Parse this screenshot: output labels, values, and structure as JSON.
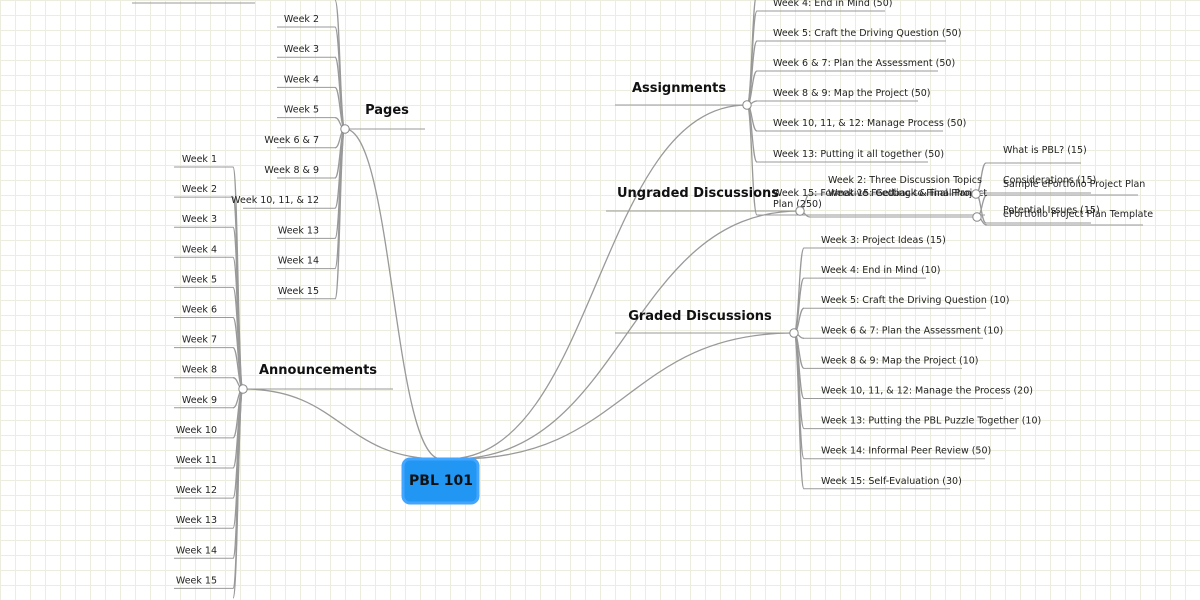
{
  "root": {
    "label": "PBL 101",
    "color": "#2196f3"
  },
  "branches": {
    "pages": {
      "label": "Pages",
      "items": [
        "Week 2",
        "Week 3",
        "Week 4",
        "Week 5",
        "Week 6 & 7",
        "Week 8 & 9",
        "Week 10, 11, & 12",
        "Week 13",
        "Week 14",
        "Week 15"
      ]
    },
    "announcements": {
      "label": "Announcements",
      "items": [
        "Week 1",
        "Week 2",
        "Week 3",
        "Week 4",
        "Week 5",
        "Week 6",
        "Week 7",
        "Week 8",
        "Week 9",
        "Week 10",
        "Week 11",
        "Week 12",
        "Week 13",
        "Week 14",
        "Week 15"
      ]
    },
    "assignments": {
      "label": "Assignments",
      "items": [
        "Week 4: End in Mind (50)",
        "Week 5: Craft the Driving Question (50)",
        "Week 6 & 7: Plan the Assessment (50)",
        "Week 8 & 9: Map the Project (50)",
        "Week 10, 11, & 12: Manage Process (50)",
        "Week 13: Putting it all together (50)",
        "Week 15: Formative Feedback & Final Project Plan (250)"
      ]
    },
    "ungraded": {
      "label": "Ungraded Discussions",
      "items": [
        "Week 2: Three Discussion Topics",
        "Week 15: Getting to Final Plan"
      ],
      "sub_a": [
        "What is PBL? (15)",
        "Considerations (15)",
        "Potential Issues (15)"
      ],
      "sub_b": [
        "Sample ePortfolio Project Plan",
        "ePortfolio Project Plan Template"
      ]
    },
    "graded": {
      "label": "Graded Discussions",
      "items": [
        "Week 3: Project Ideas (15)",
        "Week 4: End in Mind (10)",
        "Week 5: Craft the Driving Question (10)",
        "Week 6 & 7: Plan the Assessment (10)",
        "Week 8 & 9: Map the Project (10)",
        "Week 10, 11, & 12: Manage the Process (20)",
        "Week 13: Putting the PBL Puzzle Together (10)",
        "Week 14: Informal Peer Review (50)",
        "Week 15: Self-Evaluation (30)"
      ]
    }
  }
}
